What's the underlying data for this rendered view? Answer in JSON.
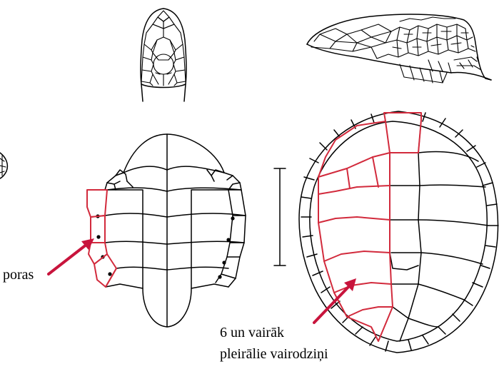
{
  "colors": {
    "outline": "#000000",
    "highlight": "#d22a3c",
    "arrow": "#c8143c",
    "background": "#ffffff"
  },
  "annotations": {
    "pores_label": "poras",
    "scutes_label_line1": "6 un vairāk",
    "scutes_label_line2": "pleirālie vairodziņi"
  }
}
